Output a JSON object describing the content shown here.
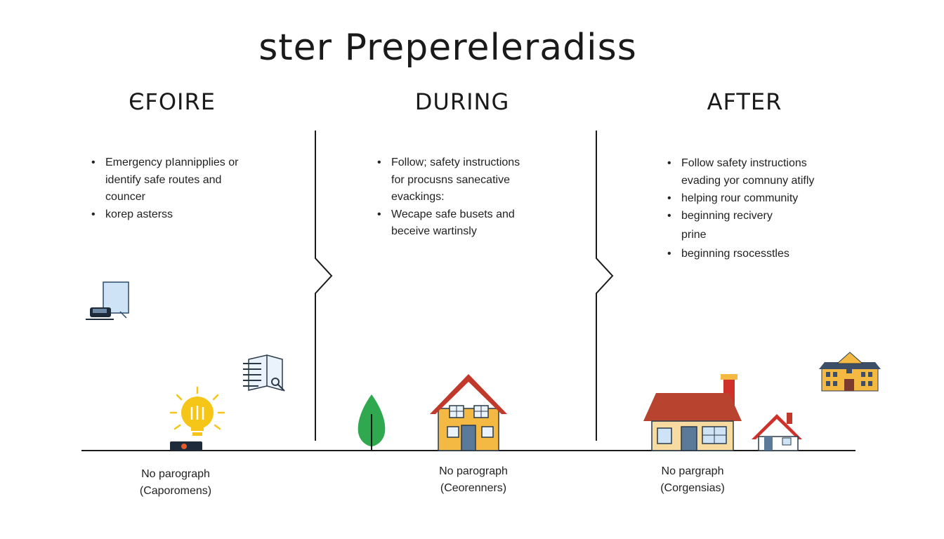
{
  "title": "ster Prepereleradiss",
  "columns": [
    {
      "heading": "ЄFOIRE",
      "lines": [
        {
          "text": "Emergency pIannipplies or",
          "bullet": true
        },
        {
          "text": "identify safe routes and",
          "bullet": false
        },
        {
          "text": "councer",
          "bullet": false
        },
        {
          "text": "korep asterss",
          "bullet": true
        }
      ],
      "caption": [
        "No parograph",
        "(Caporomens)"
      ]
    },
    {
      "heading": "DURING",
      "lines": [
        {
          "text": "Follow; safety instructions",
          "bullet": true
        },
        {
          "text": "for procusns sanecative",
          "bullet": false
        },
        {
          "text": "evackings:",
          "bullet": false
        },
        {
          "text": "Wecape safe busets and",
          "bullet": true
        },
        {
          "text": "beceive wartinsly",
          "bullet": false
        }
      ],
      "caption": [
        "No parograph",
        "(Ceorenners)"
      ]
    },
    {
      "heading": "AFTER",
      "lines": [
        {
          "text": "Follow safety instructions",
          "bullet": true
        },
        {
          "text": "evading yor comnuny atifly",
          "bullet": false
        },
        {
          "text": "helping rour community",
          "bullet": true
        },
        {
          "text": "beginning recivery",
          "bullet": true
        },
        {
          "text": "prine",
          "bullet": false
        },
        {
          "text": "beginning rsocesstles",
          "bullet": true
        }
      ],
      "caption": [
        "No pargraph",
        "(Corgensias)"
      ]
    }
  ],
  "colors": {
    "line": "#1a1a1a",
    "bulb": "#f5c518",
    "house_wall": "#f4b942",
    "roof": "#c0392b",
    "tree": "#2fa84f",
    "door": "#5b7a99"
  }
}
